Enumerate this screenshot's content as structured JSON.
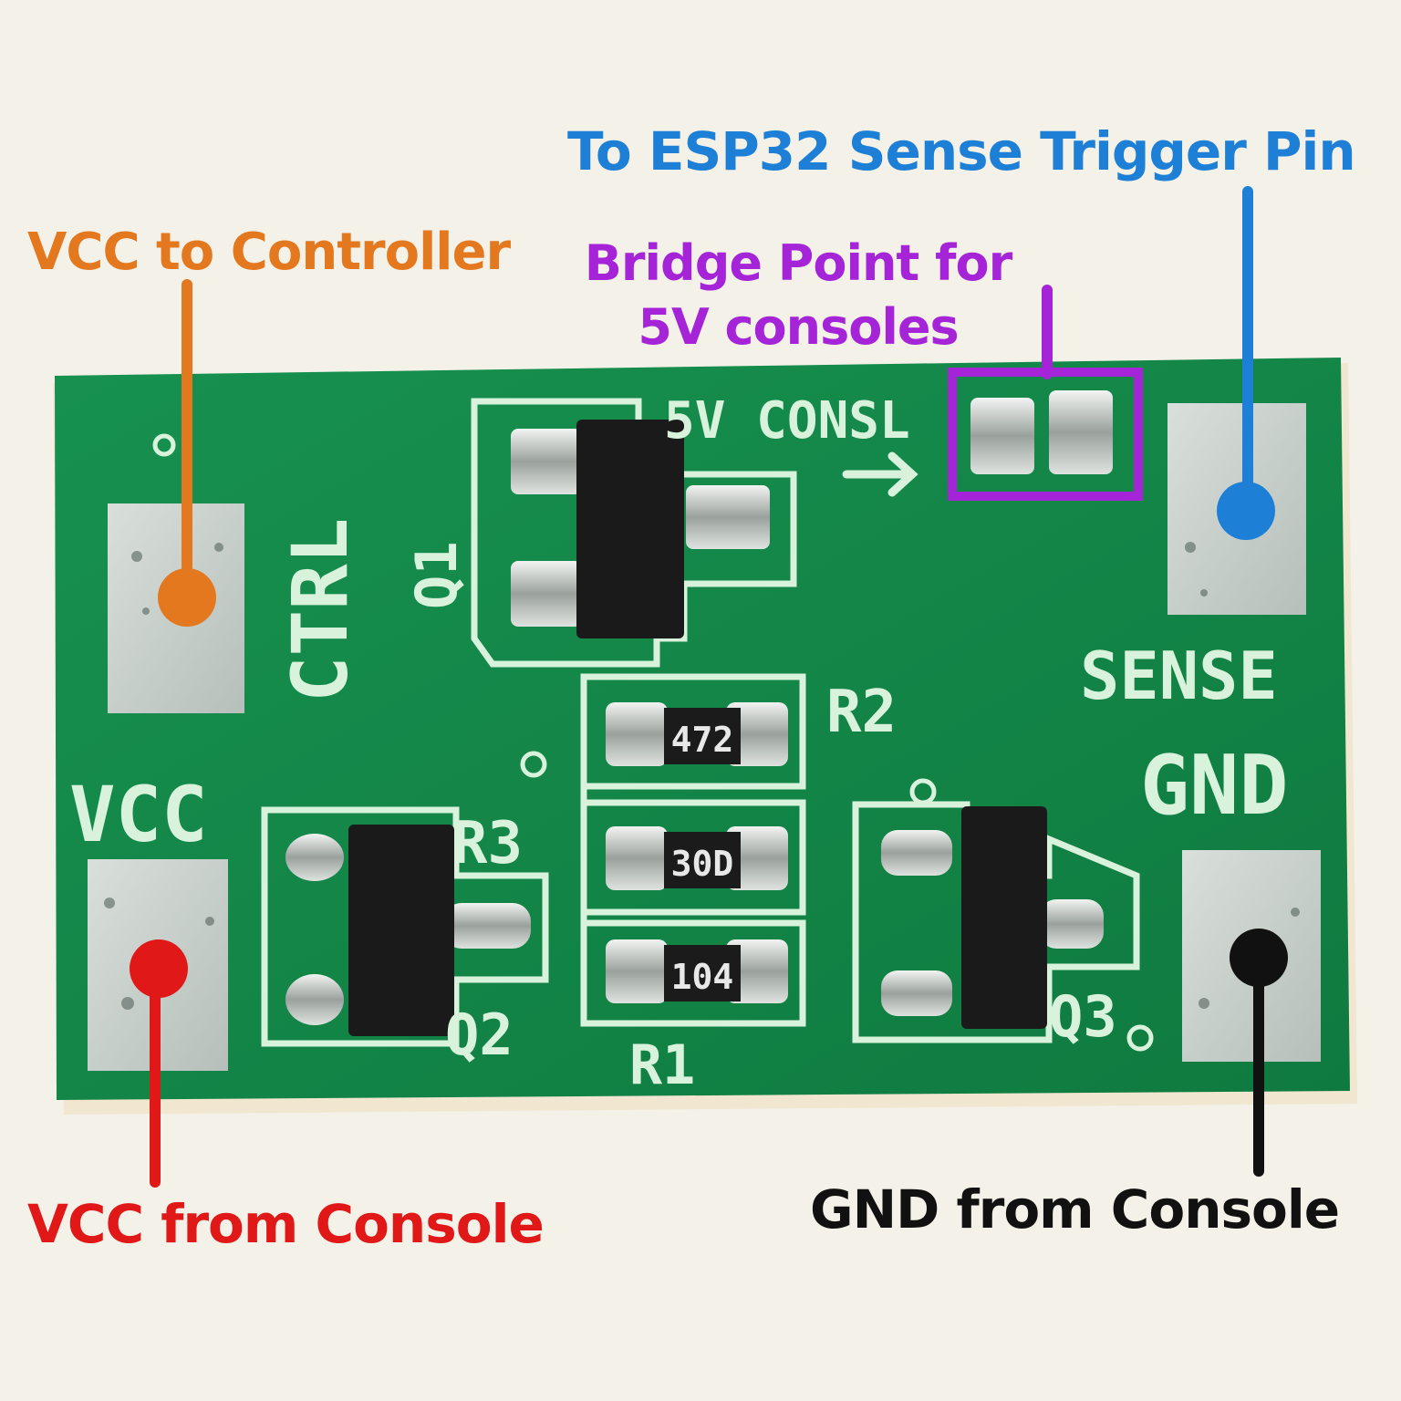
{
  "annotations": {
    "esp32_sense": {
      "text": "To ESP32 Sense Trigger Pin",
      "color": "#1e7fd6"
    },
    "vcc_to_controller": {
      "text": "VCC to Controller",
      "color": "#e3781f"
    },
    "bridge_point": {
      "line1": "Bridge Point for",
      "line2": "5V consoles",
      "color": "#a524d8"
    },
    "vcc_from_console": {
      "text": "VCC from Console",
      "color": "#e01818"
    },
    "gnd_from_console": {
      "text": "GND from Console",
      "color": "#111111"
    }
  },
  "board": {
    "silkscreen": {
      "ctrl": "CTRL",
      "vcc": "VCC",
      "sense": "SENSE",
      "gnd": "GND",
      "five_v_console": "5V CONSL",
      "q1": "Q1",
      "q2": "Q2",
      "q3": "Q3",
      "r1": "R1",
      "r2": "R2",
      "r3": "R3"
    },
    "resistor_codes": {
      "r2": "472",
      "r3": "30D",
      "r1": "104"
    },
    "colors": {
      "pcb": "#14884a",
      "silk": "#d8f2dc",
      "pad": "#c9d0cb",
      "component": "#1a1a1a"
    }
  }
}
